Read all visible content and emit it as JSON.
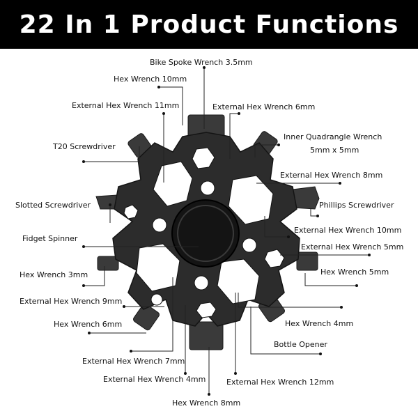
{
  "banner": {
    "title": "22 In 1 Product Functions"
  },
  "colors": {
    "banner_bg": "#000000",
    "banner_text": "#ffffff",
    "tool": "#2a2a2a",
    "spinner": "#111111"
  },
  "labels": [
    {
      "id": "bike-spoke-wrench",
      "text": "Bike Spoke Wrench 3.5mm"
    },
    {
      "id": "hex-wrench-10",
      "text": "Hex Wrench 10mm"
    },
    {
      "id": "external-hex-wrench-11",
      "text": "External Hex Wrench 11mm"
    },
    {
      "id": "external-hex-wrench-6",
      "text": "External Hex Wrench 6mm"
    },
    {
      "id": "t20-screwdriver",
      "text": "T20 Screwdriver"
    },
    {
      "id": "inner-quadrangle-wrench",
      "text": "Inner Quadrangle Wrench"
    },
    {
      "id": "inner-quadrangle-size",
      "text": "5mm x 5mm"
    },
    {
      "id": "external-hex-wrench-8",
      "text": "External Hex Wrench 8mm"
    },
    {
      "id": "slotted-screwdriver",
      "text": "Slotted Screwdriver"
    },
    {
      "id": "phillips-screwdriver",
      "text": "Phillips Screwdriver"
    },
    {
      "id": "external-hex-wrench-10",
      "text": "External Hex Wrench 10mm"
    },
    {
      "id": "fidget-spinner",
      "text": "Fidget Spinner"
    },
    {
      "id": "external-hex-wrench-5",
      "text": "External Hex Wrench 5mm"
    },
    {
      "id": "hex-wrench-3",
      "text": "Hex Wrench 3mm"
    },
    {
      "id": "hex-wrench-5",
      "text": "Hex Wrench 5mm"
    },
    {
      "id": "external-hex-wrench-9",
      "text": "External Hex Wrench 9mm"
    },
    {
      "id": "hex-wrench-6",
      "text": "Hex Wrench 6mm"
    },
    {
      "id": "hex-wrench-4",
      "text": "Hex Wrench 4mm"
    },
    {
      "id": "bottle-opener",
      "text": "Bottle Opener"
    },
    {
      "id": "external-hex-wrench-7",
      "text": "External Hex Wrench 7mm"
    },
    {
      "id": "external-hex-wrench-4",
      "text": "External Hex Wrench 4mm"
    },
    {
      "id": "external-hex-wrench-12",
      "text": "External Hex Wrench 12mm"
    },
    {
      "id": "hex-wrench-8",
      "text": "Hex Wrench 8mm"
    }
  ]
}
